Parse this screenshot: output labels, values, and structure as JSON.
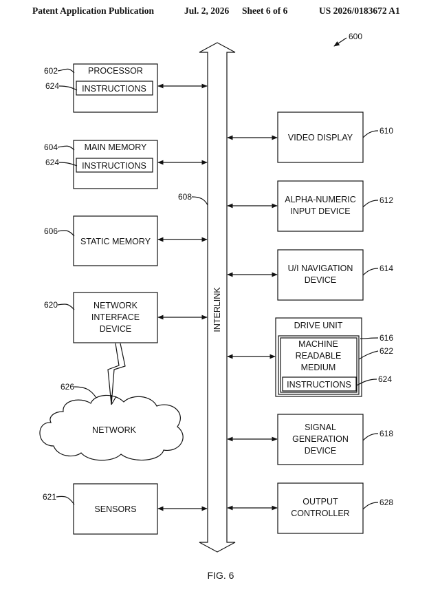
{
  "header": {
    "publication": "Patent Application Publication",
    "date": "Jul. 2, 2026",
    "sheet": "Sheet 6 of 6",
    "number": "US 2026/0183672 A1"
  },
  "figure": {
    "ref": "600",
    "caption": "FIG. 6",
    "interlink": {
      "label": "INTERLINK",
      "ref": "608"
    },
    "processor": {
      "label": "PROCESSOR",
      "ref": "602",
      "instructions": "INSTRUCTIONS",
      "instructions_ref": "624"
    },
    "main_memory": {
      "label": "MAIN MEMORY",
      "ref": "604",
      "instructions": "INSTRUCTIONS",
      "instructions_ref": "624"
    },
    "static_memory": {
      "label": "STATIC MEMORY",
      "ref": "606"
    },
    "network_interface": {
      "line1": "NETWORK",
      "line2": "INTERFACE",
      "line3": "DEVICE",
      "ref": "620"
    },
    "network": {
      "label": "NETWORK",
      "ref": "626"
    },
    "sensors": {
      "label": "SENSORS",
      "ref": "621"
    },
    "video_display": {
      "label": "VIDEO DISPLAY",
      "ref": "610"
    },
    "alpha_numeric": {
      "line1": "ALPHA-NUMERIC",
      "line2": "INPUT DEVICE",
      "ref": "612"
    },
    "ui_navigation": {
      "line1": "U/I NAVIGATION",
      "line2": "DEVICE",
      "ref": "614"
    },
    "drive_unit": {
      "label": "DRIVE UNIT",
      "ref": "616",
      "medium_line1": "MACHINE",
      "medium_line2": "READABLE",
      "medium_line3": "MEDIUM",
      "medium_ref": "622",
      "instructions": "INSTRUCTIONS",
      "instructions_ref": "624"
    },
    "signal_generation": {
      "line1": "SIGNAL",
      "line2": "GENERATION",
      "line3": "DEVICE",
      "ref": "618"
    },
    "output_controller": {
      "line1": "OUTPUT",
      "line2": "CONTROLLER",
      "ref": "628"
    }
  }
}
